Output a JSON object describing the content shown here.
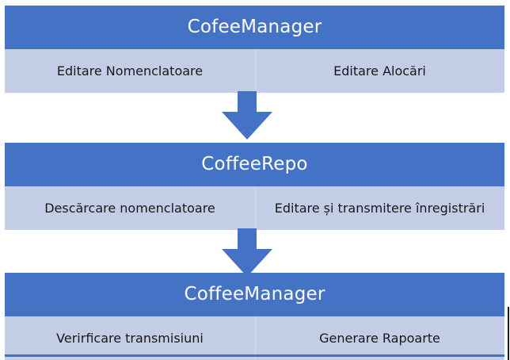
{
  "diagram": {
    "type": "flow",
    "orientation": "vertical",
    "colors": {
      "header_fill": "#4472C4",
      "header_text": "#FFFFFF",
      "body_fill": "#C3CDE6",
      "body_text": "#181818",
      "divider": "#D2DAEE",
      "arrow_fill": "#4472C4",
      "background": "#FFFFFF"
    },
    "blocks": [
      {
        "title": "CofeeManager",
        "cells": [
          {
            "label": "Editare Nomenclatoare"
          },
          {
            "label": "Editare Alocări"
          }
        ]
      },
      {
        "title": "CoffeeRepo",
        "cells": [
          {
            "label": "Descărcare nomenclatoare"
          },
          {
            "label": "Editare și transmitere înregistrări"
          }
        ]
      },
      {
        "title": "CoffeeManager",
        "cells": [
          {
            "label": "Verirficare transmisiuni"
          },
          {
            "label": "Generare Rapoarte"
          }
        ]
      }
    ],
    "connectors": [
      {
        "icon": "down-arrow-icon",
        "from": "CofeeManager",
        "to": "CoffeeRepo"
      },
      {
        "icon": "down-arrow-icon",
        "from": "CoffeeRepo",
        "to": "CoffeeManager"
      }
    ]
  }
}
